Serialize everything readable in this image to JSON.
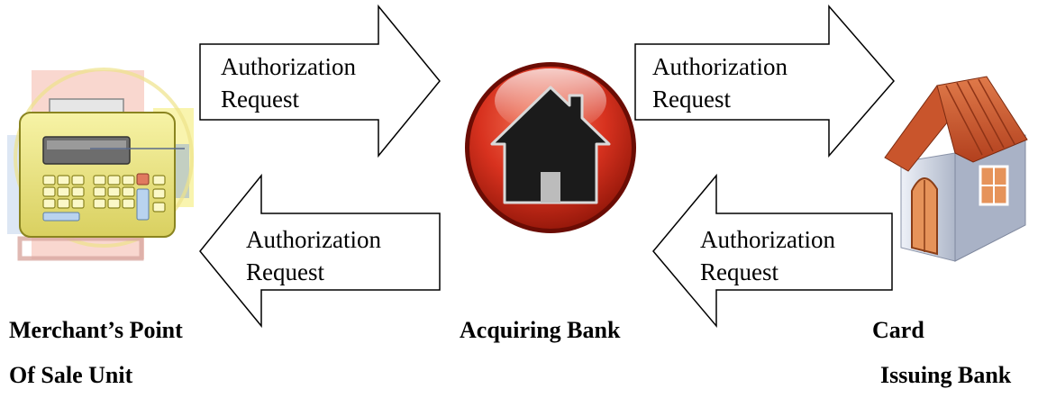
{
  "arrows": [
    {
      "line1": "Authorization",
      "line2": "Request",
      "direction": "right"
    },
    {
      "line1": "Authorization",
      "line2": "Request",
      "direction": "right"
    },
    {
      "line1": "Authorization",
      "line2": "Request",
      "direction": "left"
    },
    {
      "line1": "Authorization",
      "line2": "Request",
      "direction": "left"
    }
  ],
  "nodes": {
    "merchant": {
      "line1": "Merchant’s Point",
      "line2": "Of Sale Unit",
      "icon": "cash-register-icon"
    },
    "acquirer": {
      "line1": "Acquiring Bank",
      "icon": "home-button-icon"
    },
    "issuer": {
      "line1": "Card",
      "line2": "Issuing Bank",
      "icon": "house-icon"
    }
  },
  "colors": {
    "acquirer_red": "#d8321f",
    "issuer_roof": "#c4502a",
    "register_yellow": "#f3ec8a"
  }
}
